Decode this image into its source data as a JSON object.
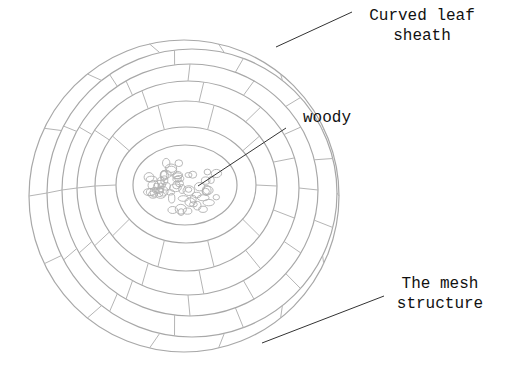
{
  "diagram": {
    "labels": [
      "Curved leaf sheath",
      "woody",
      "The mesh structure"
    ]
  }
}
